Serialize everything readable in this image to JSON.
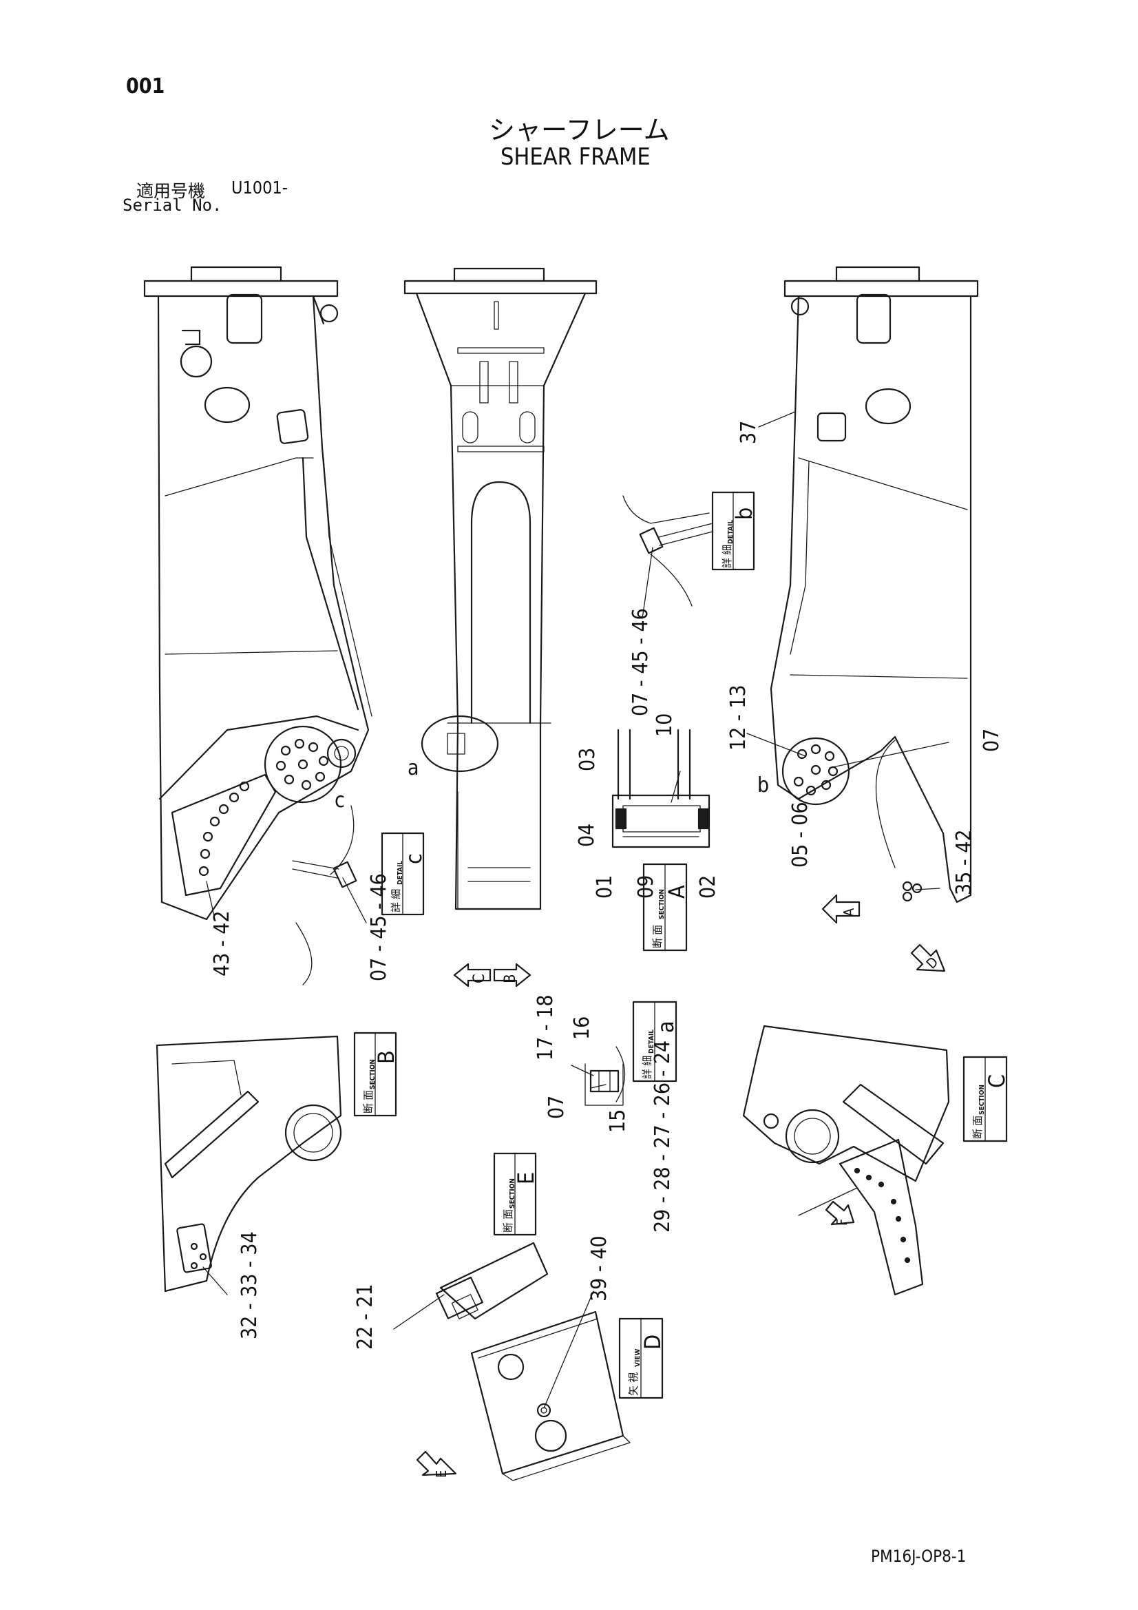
{
  "header": {
    "page_number": "001",
    "title_jp": "シャーフレーム",
    "title_en": "SHEAR FRAME",
    "serial_label_jp": "適用号機",
    "serial_value": "U1001-",
    "serial_label_en": "Serial No."
  },
  "footer": {
    "doc_code": "PM16J-OP8-1"
  },
  "view_boxes": {
    "section_a": {
      "letter": "A",
      "jp": "断 面",
      "en": "SECTION"
    },
    "section_b": {
      "letter": "B",
      "jp": "断 面",
      "en": "SECTION"
    },
    "section_c": {
      "letter": "C",
      "jp": "断 面",
      "en": "SECTION"
    },
    "section_e": {
      "letter": "E",
      "jp": "断 面",
      "en": "SECTION"
    },
    "detail_a": {
      "letter": "a",
      "jp": "詳 細",
      "en": "DETAIL"
    },
    "detail_b": {
      "letter": "b",
      "jp": "詳 細",
      "en": "DETAIL"
    },
    "detail_c": {
      "letter": "c",
      "jp": "詳 細",
      "en": "DETAIL"
    },
    "view_d": {
      "letter": "D",
      "jp": "矢 視",
      "en": "VIEW"
    }
  },
  "arrow_letters": {
    "a_arrow": "A",
    "d_arrow": "D",
    "f_arrow": "F",
    "e_arrow": "E",
    "c_arrow": "C",
    "b_arrow": "B"
  },
  "detail_markers": {
    "a": "a",
    "b": "b",
    "c": "c"
  },
  "callouts": {
    "p37": "37",
    "p07_45_46_b": "07 - 45 - 46",
    "p10": "10",
    "p03": "03",
    "p04": "04",
    "p01": "01",
    "p09": "09",
    "p02": "02",
    "p12_13": "12 - 13",
    "p07_right": "07",
    "p05_06": "05 - 06",
    "p35_42": "35 - 42",
    "p43_42": "43 - 42",
    "p07_45_46_c": "07 - 45 - 46",
    "p17_18": "17 - 18",
    "p16": "16",
    "p07_a": "07",
    "p15": "15",
    "p29_24": "29 - 28 - 27 - 26 - 24",
    "p32_34": "32 - 33 - 34",
    "p22_21": "22 - 21",
    "p39_40": "39 - 40"
  }
}
